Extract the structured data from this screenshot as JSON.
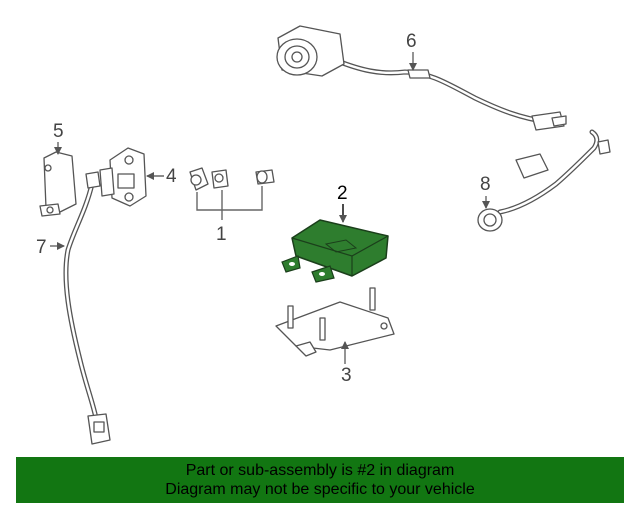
{
  "diagram": {
    "callouts": {
      "c1": "1",
      "c2": "2",
      "c3": "3",
      "c4": "4",
      "c5": "5",
      "c6": "6",
      "c7": "7",
      "c8": "8"
    },
    "highlighted_part": "2",
    "highlight_color": "#2e7d2e"
  },
  "banner": {
    "line1": "Part or sub-assembly is #2 in diagram",
    "line2": "Diagram may not be specific to your vehicle",
    "background": "#127612"
  }
}
